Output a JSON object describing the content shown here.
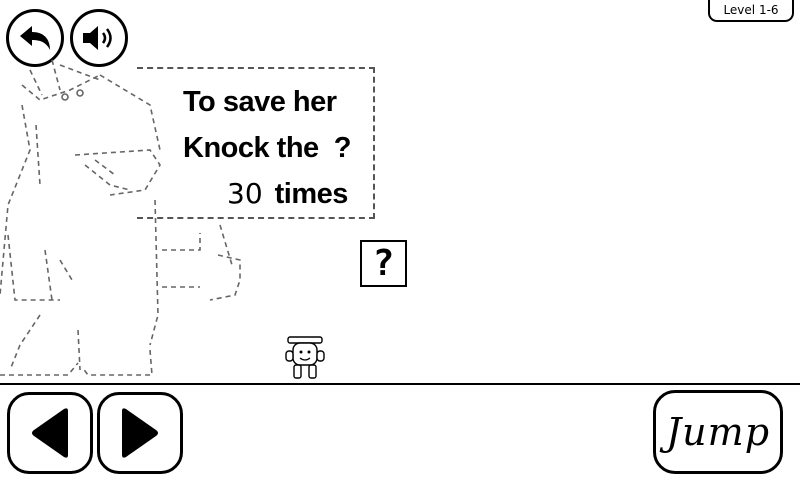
{
  "hud": {
    "level_label": "Level 1-6",
    "back_icon": "back-arrow-icon",
    "sound_icon": "speaker-icon"
  },
  "sign": {
    "line1": "To save her",
    "line2": "Knock the  ?",
    "count": "30",
    "times_label": "times"
  },
  "mystery_block": {
    "label": "?"
  },
  "controls": {
    "left_icon": "left-arrow-icon",
    "right_icon": "right-arrow-icon",
    "jump_label": "Jump"
  }
}
